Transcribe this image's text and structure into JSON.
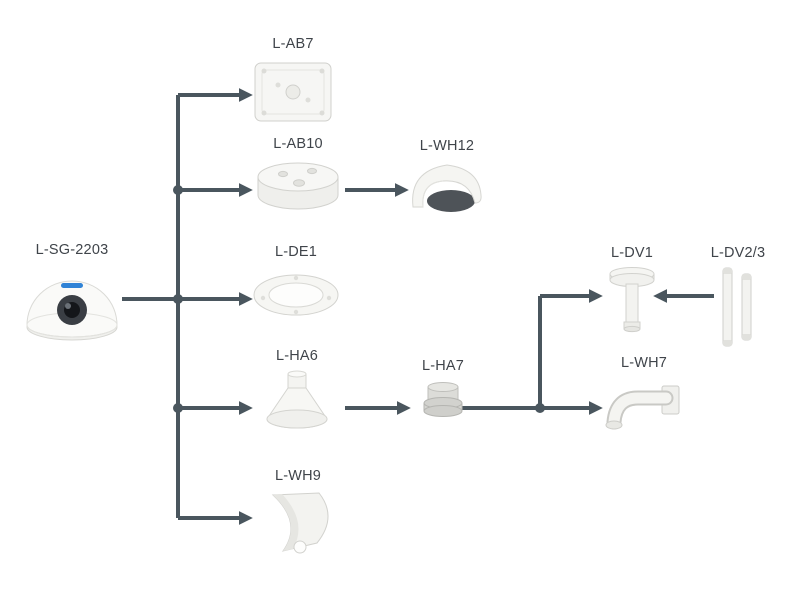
{
  "colors": {
    "connector": "#4a565e",
    "label": "#3f444a",
    "background": "#ffffff",
    "logo_accent": "#1976d2"
  },
  "nodes": {
    "camera": {
      "label": "L-SG-2203",
      "image": "dome-camera"
    },
    "ab7": {
      "label": "L-AB7",
      "image": "square-junction-box"
    },
    "ab10": {
      "label": "L-AB10",
      "image": "round-junction-box"
    },
    "wh12": {
      "label": "L-WH12",
      "image": "weather-hood"
    },
    "de1": {
      "label": "L-DE1",
      "image": "ceiling-mount-ring"
    },
    "ha6": {
      "label": "L-HA6",
      "image": "pendant-cap-adapter"
    },
    "ha7": {
      "label": "L-HA7",
      "image": "mount-adapter"
    },
    "dv1": {
      "label": "L-DV1",
      "image": "pendant-pipe"
    },
    "dv23": {
      "label": "L-DV2/3",
      "image": "extension-poles"
    },
    "wh7": {
      "label": "L-WH7",
      "image": "wall-mount-arm"
    },
    "wh9": {
      "label": "L-WH9",
      "image": "wall-bracket"
    }
  },
  "connections": [
    {
      "from": "L-SG-2203",
      "to": "L-AB7"
    },
    {
      "from": "L-SG-2203",
      "to": "L-AB10"
    },
    {
      "from": "L-SG-2203",
      "to": "L-DE1"
    },
    {
      "from": "L-SG-2203",
      "to": "L-HA6"
    },
    {
      "from": "L-SG-2203",
      "to": "L-WH9"
    },
    {
      "from": "L-AB10",
      "to": "L-WH12"
    },
    {
      "from": "L-HA6",
      "to": "L-HA7"
    },
    {
      "from": "L-HA7",
      "to": "L-DV1"
    },
    {
      "from": "L-HA7",
      "to": "L-WH7"
    },
    {
      "from": "L-DV2/3",
      "to": "L-DV1"
    }
  ]
}
